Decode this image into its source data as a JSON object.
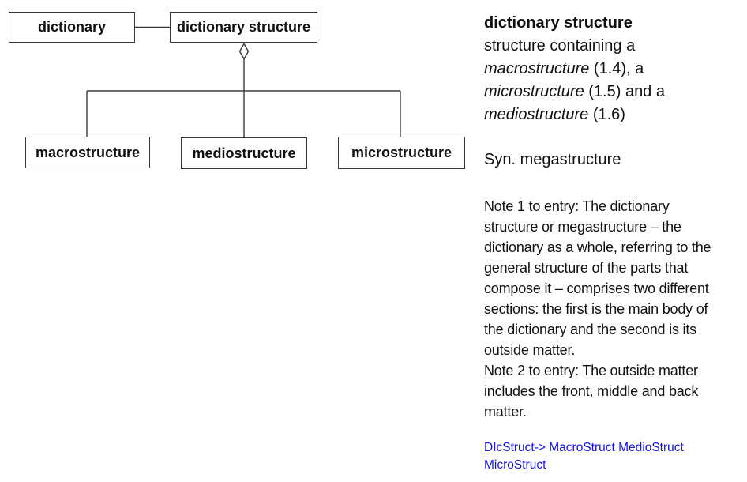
{
  "diagram": {
    "nodes": {
      "dictionary": "dictionary",
      "dictionary_structure": "dictionary structure",
      "macrostructure": "macrostructure",
      "mediostructure": "mediostructure",
      "microstructure": "microstructure"
    },
    "relation": "aggregation-hollow-diamond",
    "line_color": "#3a3a3a"
  },
  "entry": {
    "term": "dictionary structure",
    "definition": {
      "line1": "structure containing a",
      "line2_italic": "macrostructure",
      "line2_rest": " (1.4), a",
      "line3_italic": "microstructure",
      "line3_rest": " (1.5) and a",
      "line4_italic": "mediostructure",
      "line4_rest": " (1.6)"
    },
    "synonym": "Syn. megastructure",
    "note1": "Note 1 to entry: The dictionary\nstructure or megastructure – the\ndictionary as a whole, referring to the\ngeneral structure of the parts that\ncompose it – comprises two different\nsections: the first is the main body of\nthe dictionary and the second is its\noutside matter.",
    "note2": "Note 2 to entry: The outside matter\nincludes the front, middle and back\nmatter.",
    "cross_reference": "DIcStruct-> MacroStruct MedioStruct\nMicroStruct",
    "link_color": "#1515E8"
  }
}
